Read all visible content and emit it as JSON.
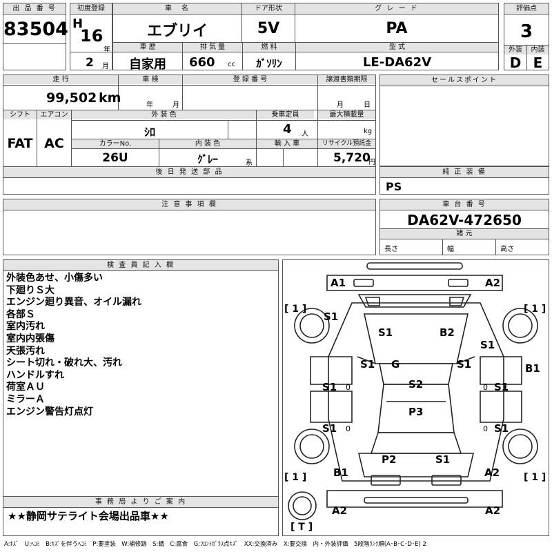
{
  "header": {
    "lot_no_label": "出 品 番 号",
    "lot_no": "83504",
    "first_reg_label": "初度登録",
    "era": "H",
    "year": "16",
    "year_unit": "年",
    "month": "2",
    "month_unit": "月",
    "car_name_label": "車　名",
    "car_name": "エブリイ",
    "door_label": "ドア形状",
    "door": "5V",
    "grade_label": "グ レ ー ド",
    "grade": "PA",
    "score_label": "評価点",
    "score": "3",
    "history_label": "車 歴",
    "history": "自家用",
    "displacement_label": "排 気 量",
    "displacement": "660",
    "displacement_unit": "cc",
    "fuel_label": "燃 料",
    "fuel": "ｶﾞｿﾘﾝ",
    "model_label": "型 式",
    "model": "LE-DA62V",
    "exterior_label": "外装",
    "exterior": "D",
    "interior_label": "内装",
    "interior": "E"
  },
  "row2": {
    "mileage_label": "走 行",
    "mileage": "99,502",
    "mileage_unit": "km",
    "inspection_label": "車 検",
    "inspection_year_unit": "年",
    "inspection_month_unit": "月",
    "plate_label": "登 録 番 号",
    "transfer_label": "譲渡書類期限",
    "transfer_month_unit": "月",
    "transfer_day_unit": "日",
    "shift_label": "シフト",
    "shift": "FAT",
    "ac_label": "エアコン",
    "ac": "AC",
    "color_label": "外 装 色",
    "color": "ｼﾛ",
    "capacity_label": "乗車定員",
    "capacity": "4",
    "capacity_unit": "人",
    "load_label": "最大積載量",
    "load_unit": "kg",
    "color_no_label": "カラーNo.",
    "color_no": "26U",
    "int_color_label": "内 装 色",
    "int_color": "ｸﾞﾚｰ",
    "int_color_unit": "系",
    "import_label": "輸 入 車",
    "recycle_label": "リサイクル預託金",
    "recycle": "5,720",
    "recycle_unit": "円",
    "later_parts_label": "後 日 発 送 部 品"
  },
  "sales_point": {
    "label": "セールスポイント"
  },
  "equipment": {
    "label": "純 正 装 備",
    "value": "PS"
  },
  "caution": {
    "label": "注 意 事 項 欄"
  },
  "chassis": {
    "label": "車 台 番 号",
    "value": "DA62V-472650",
    "specs_label": "諸 元",
    "length_label": "長さ",
    "width_label": "幅",
    "height_label": "高さ"
  },
  "inspector": {
    "label": "検 査 員 記 入 欄",
    "notes": [
      "外装色あせ、小傷多い",
      "下廻りＳ大",
      "エンジン廻り異音、オイル漏れ",
      "各部Ｓ",
      "室内汚れ",
      "室内内張傷",
      "天張汚れ",
      "シート切れ・破れ大、汚れ",
      "ハンドルすれ",
      "荷室ＡＵ",
      "ミラーＡ",
      "エンジン警告灯点灯"
    ]
  },
  "office": {
    "label": "事 務 局 よ り ご 案 内",
    "message": "★★静岡サテライト会場出品車★★"
  },
  "diagram": {
    "marks": {
      "a1_top": "A1",
      "a2_top": "A2",
      "s1_left_front": "S1",
      "s1_hood": "S1",
      "b2_hood": "B2",
      "s1_right_front": "S1",
      "s1_pillar_left": "S1",
      "g_glass": "G",
      "s1_pillar_right": "S1",
      "b1_right": "B1",
      "s1_left_door1": "S1",
      "s2_roof": "S2",
      "s1_right_door1": "S1",
      "p3_roof": "P3",
      "s1_left_door2": "S1",
      "s1_right_door2": "S1",
      "p2_back": "P2",
      "s1_back": "S1",
      "b1_left_rear": "B1",
      "a2_right_rear": "A2",
      "a2_bottom_left": "A2",
      "a2_bottom_right": "A2",
      "o_left1": "0",
      "o_left2": "0",
      "o_right1": "0",
      "o_right2": "0"
    },
    "tire_marks": {
      "front_left": "[ 1 ]",
      "front_right": "[ 1 ]",
      "rear_left": "[ 1 ]",
      "rear_right": "[ 1 ]",
      "spare": "[ T ]"
    }
  },
  "legend": "A:ｷｽﾞ　U:ﾍｺﾐ　B:ｷｽﾞを伴うﾍｺﾐ　P:要塗装　W:補修跡　S:錆　C:腐食　G:ﾌﾛﾝﾄｶﾞﾗｽ点ｷｽﾞ　XX:交換済み　X:要交換　内・外装評価　5段階ﾗﾝｸ順(A･B･C･D･E) 2",
  "colors": {
    "header_bg": "#e4e4e4",
    "border": "#555555"
  }
}
